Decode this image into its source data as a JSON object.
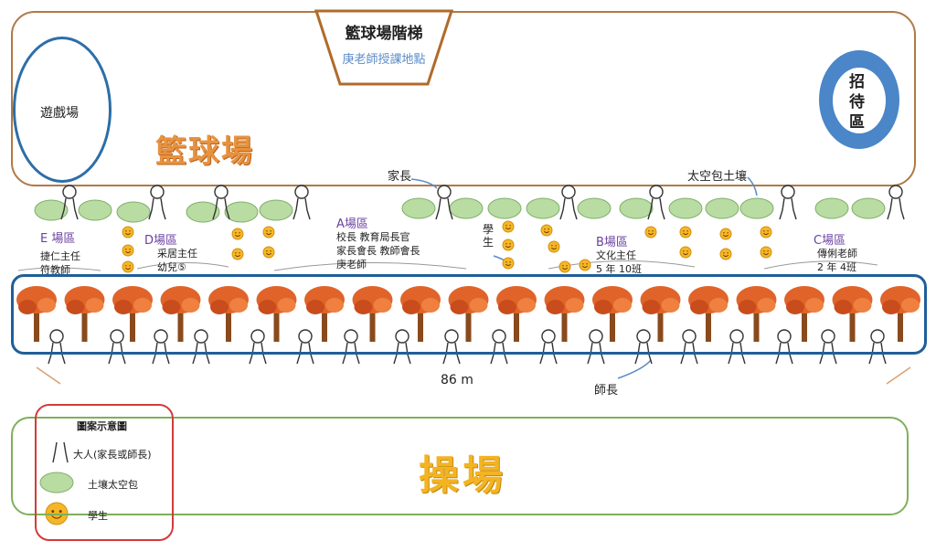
{
  "court": {
    "label": "籃球場"
  },
  "playground": {
    "label": "遊戲場"
  },
  "reception": {
    "chars": [
      "招",
      "待",
      "區"
    ]
  },
  "stairs": {
    "title": "籃球場階梯",
    "subtitle": "庚老師授課地點"
  },
  "callouts": {
    "parent": "家長",
    "bag": "太空包土壤",
    "student": "學生",
    "leader": "師長"
  },
  "zones": [
    {
      "title": "E 場區",
      "lines": [
        "捷仁主任",
        "符教師"
      ]
    },
    {
      "title": "D場區",
      "lines": [
        "采居主任",
        "幼兒⑤"
      ]
    },
    {
      "title": "A場區",
      "lines": [
        "校長  教育局長官",
        "家長會長 教師會長",
        "庚老師"
      ]
    },
    {
      "title": "B場區",
      "lines": [
        "文化主任",
        "5 年 10班"
      ]
    },
    {
      "title": "C場區",
      "lines": [
        "傳俐老師",
        "2 年 4班"
      ]
    }
  ],
  "distance": "86 m",
  "field": {
    "label": "操場"
  },
  "legend": {
    "title": "圖案示意圖",
    "adult": "大人(家長或師長)",
    "bag": "土壤太空包",
    "student": "學生"
  },
  "colors": {
    "court_border": "#b07a45",
    "court_text": "#e7923f",
    "tree_frame": "#1f5f99",
    "field_border": "#7fb05a",
    "field_text": "#f3b323",
    "legend_border": "#d23b3b",
    "bag_fill": "#b9dca2",
    "smiley": "#f5b726",
    "tree_leaf": "#e0642a"
  }
}
